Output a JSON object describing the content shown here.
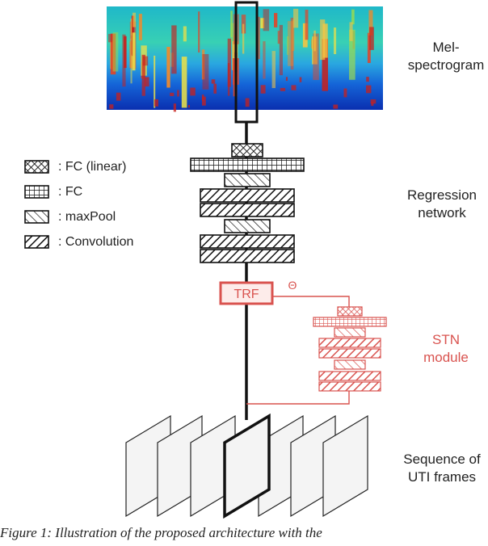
{
  "labels": {
    "mel": [
      "Mel-",
      "spectrogram"
    ],
    "regression": [
      "Regression",
      "network"
    ],
    "stn": [
      "STN",
      "module"
    ],
    "uti": [
      "Sequence of",
      "UTI frames"
    ],
    "trf": "TRF",
    "theta": "Θ"
  },
  "legend": [
    {
      "label": ": FC (linear)",
      "pattern": "crosshatch"
    },
    {
      "label": ": FC",
      "pattern": "grid"
    },
    {
      "label": ": maxPool",
      "pattern": "backslash"
    },
    {
      "label": ": Convolution",
      "pattern": "slash"
    }
  ],
  "caption": "Figure 1: Illustration of the proposed architecture with the",
  "colors": {
    "stn_red": "#d9534f",
    "line": "#111111"
  }
}
